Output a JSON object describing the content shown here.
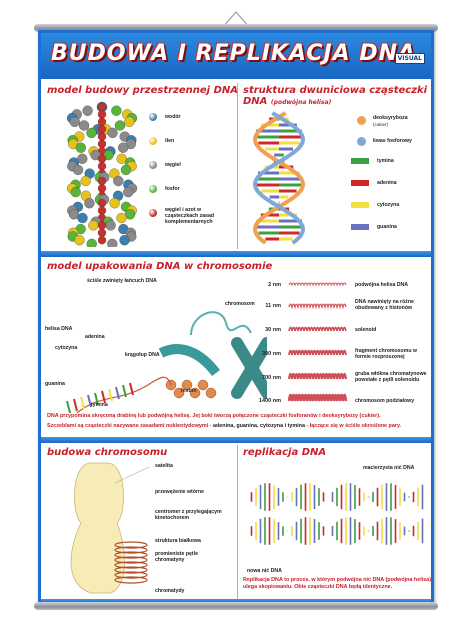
{
  "poster": {
    "title": "BUDOWA I REPLIKACJA DNA",
    "logo": "VISUAL"
  },
  "section_model": {
    "title": "model budowy przestrzennej DNA",
    "legend": [
      {
        "label": "wodór",
        "color": "#3a7fb0"
      },
      {
        "label": "tlen",
        "color": "#e8c21a"
      },
      {
        "label": "węgiel",
        "color": "#8a8a8a"
      },
      {
        "label": "fosfor",
        "color": "#59b43a"
      },
      {
        "label": "węgiel i azot w cząsteczkach zasad komplementarnych",
        "color": "#c8302b"
      }
    ]
  },
  "section_structure": {
    "title": "struktura dwuniciowa cząsteczki DNA",
    "subtitle": "(podwójna helisa)",
    "legend": [
      {
        "label": "deoksyryboza",
        "sub": "(cukier)",
        "color": "#f0a050"
      },
      {
        "label": "kwas fosforowy",
        "color": "#7fa8d8"
      },
      {
        "label": "tymina",
        "color": "#3aa040"
      },
      {
        "label": "adenina",
        "color": "#d02828"
      },
      {
        "label": "cytozyna",
        "color": "#f0e040"
      },
      {
        "label": "guanina",
        "color": "#6a70c0"
      }
    ]
  },
  "section_packing": {
    "title": "model upakowania DNA w chromosomie",
    "labels": {
      "twisted": "ściśle zwinięty łańcuch DNA",
      "chromosome": "chromosom",
      "helix": "helisa DNA",
      "adenine": "adenina",
      "cytosine": "cytozyna",
      "guanine": "guanina",
      "thymine": "tymina",
      "string": "krągołup DNA",
      "histone": "histon"
    },
    "scale": [
      {
        "size": "2 nm",
        "label": "podwójna helisa DNA"
      },
      {
        "size": "11 nm",
        "label": "DNA nawinięty na różne obudowany z histonów"
      },
      {
        "size": "30 nm",
        "label": "solenoid"
      },
      {
        "size": "300 nm",
        "label": "fragment chromosomu w formie rozproszonej"
      },
      {
        "size": "700 nm",
        "label": "gruba włókna chromatynowe powstałe z pętli solenoidu"
      },
      {
        "size": "1400 nm",
        "label": "chromosom podziałowy"
      }
    ],
    "note_line1": "DNA przypomina skręconą drabinę lub podwójną helisę. Jej boki tworzą połączone cząsteczki fosforanów i deoksyrybozy (cukier).",
    "note_line2_a": "Szczeblami są cząsteczki nazywane zasadami nukleotydowymi -",
    "note_line2_b": "adenina, guanina, cytozyna i tymina",
    "note_line2_c": "- łączące się w ściśle określone pary."
  },
  "section_chromosome": {
    "title": "budowa chromosomu",
    "labels": [
      "satelita",
      "przewężenie wtórne",
      "centromer z przylegającym kinetochorem",
      "struktura białkowa",
      "promieniste pętle chromatyny",
      "chromatydy"
    ]
  },
  "section_replication": {
    "title": "replikacja DNA",
    "label_mother": "macierzysta nić DNA",
    "label_new": "nowa nić DNA",
    "note": "Replikacja DNA to proces, w którym podwójna nić DNA (podwójna helisa) ulega skopiowaniu. Obie cząsteczki DNA będą identyczne."
  }
}
